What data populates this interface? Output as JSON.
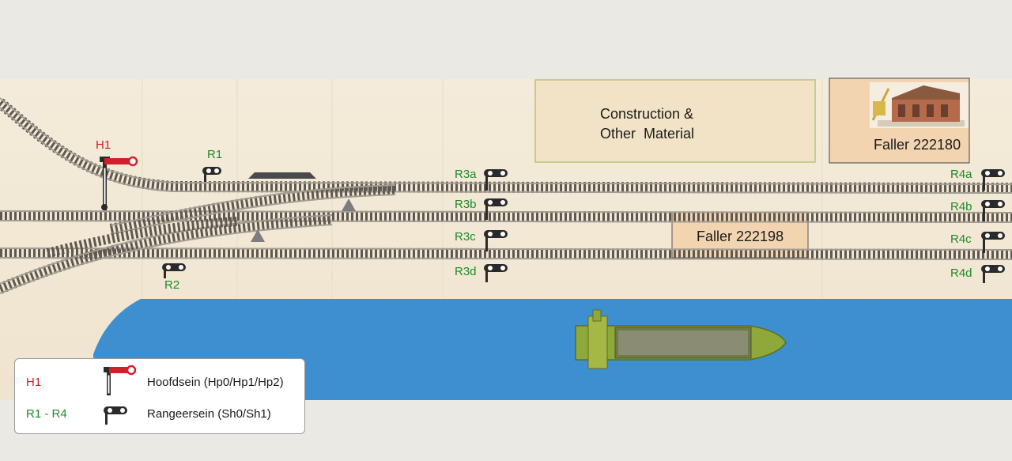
{
  "areas": {
    "construction": {
      "line1": "Construction &",
      "line2": "Other  Material"
    },
    "faller_building": {
      "label": "Faller 222180"
    },
    "faller_shed": {
      "label": "Faller 222198"
    }
  },
  "signals": {
    "h1": "H1",
    "r1": "R1",
    "r2": "R2",
    "r3a": "R3a",
    "r3b": "R3b",
    "r3c": "R3c",
    "r3d": "R3d",
    "r4a": "R4a",
    "r4b": "R4b",
    "r4c": "R4c",
    "r4d": "R4d"
  },
  "legend": {
    "main_key": "H1",
    "main_desc": "Hoofdsein (Hp0/Hp1/Hp2)",
    "shunt_key": "R1 - R4",
    "shunt_desc": "Rangeersein (Sh0/Sh1)"
  },
  "colors": {
    "main_signal": "#d0202a",
    "shunt_signal": "#1f8a2a",
    "water": "#3d8fcf",
    "board": "#f3ead9",
    "track_rail": "#8a877f",
    "barge": "#8fa83a"
  },
  "icons": {
    "main_signal": "semaphore-signal-icon",
    "shunt_signal": "shunting-signal-icon",
    "building": "warehouse-icon",
    "barge": "barge-icon"
  }
}
